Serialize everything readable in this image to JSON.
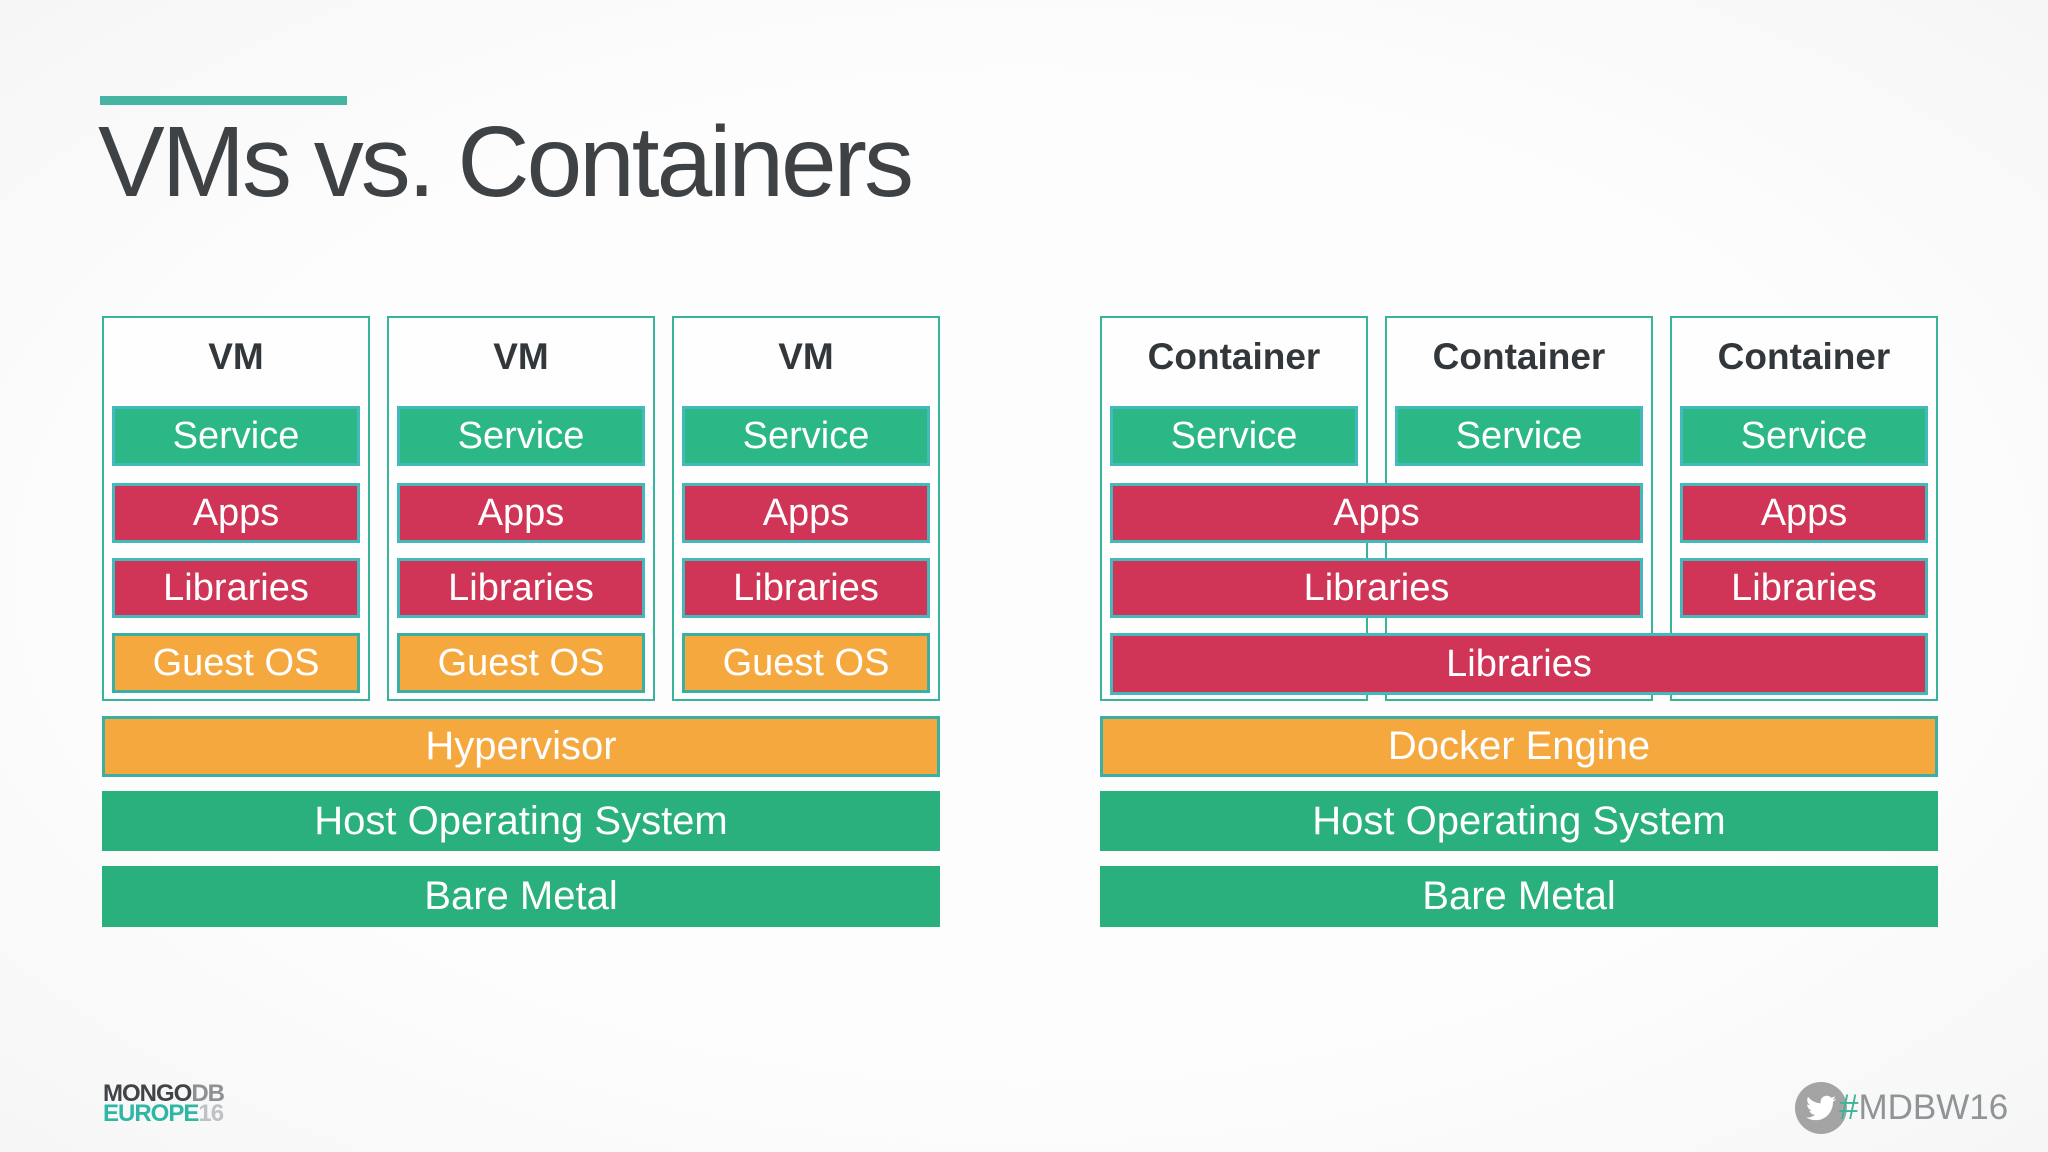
{
  "slide": {
    "title": "VMs vs. Containers",
    "footer": {
      "logo": {
        "line1_primary": "MONGO",
        "line1_secondary": "DB",
        "line2_primary": "EUROPE",
        "line2_secondary": "16"
      },
      "hashtag_hash": "#",
      "hashtag_text": "MDBW16"
    },
    "colors": {
      "accent_teal": "#45b4a2",
      "outer_box_border": "#38b49a",
      "inner_block_border": "#44b9bb",
      "block_green": "#2cb786",
      "block_red": "#d03457",
      "block_orange": "#f5a83d",
      "base_green": "#29b07d",
      "title_text": "#3f4245",
      "header_text": "#32373b",
      "block_text": "#ffffff"
    }
  },
  "left_stack": {
    "columns": [
      {
        "header": "VM",
        "blocks": [
          "Service",
          "Apps",
          "Libraries",
          "Guest OS"
        ]
      },
      {
        "header": "VM",
        "blocks": [
          "Service",
          "Apps",
          "Libraries",
          "Guest OS"
        ]
      },
      {
        "header": "VM",
        "blocks": [
          "Service",
          "Apps",
          "Libraries",
          "Guest OS"
        ]
      }
    ],
    "base_layers": [
      "Hypervisor",
      "Host Operating System",
      "Bare Metal"
    ]
  },
  "right_stack": {
    "columns": [
      {
        "header": "Container",
        "service": "Service"
      },
      {
        "header": "Container",
        "service": "Service"
      },
      {
        "header": "Container",
        "service": "Service",
        "apps": "Apps",
        "libraries": "Libraries"
      }
    ],
    "shared": {
      "apps": "Apps",
      "libraries": "Libraries",
      "libraries_all": "Libraries"
    },
    "base_layers": [
      "Docker Engine",
      "Host Operating System",
      "Bare Metal"
    ]
  }
}
